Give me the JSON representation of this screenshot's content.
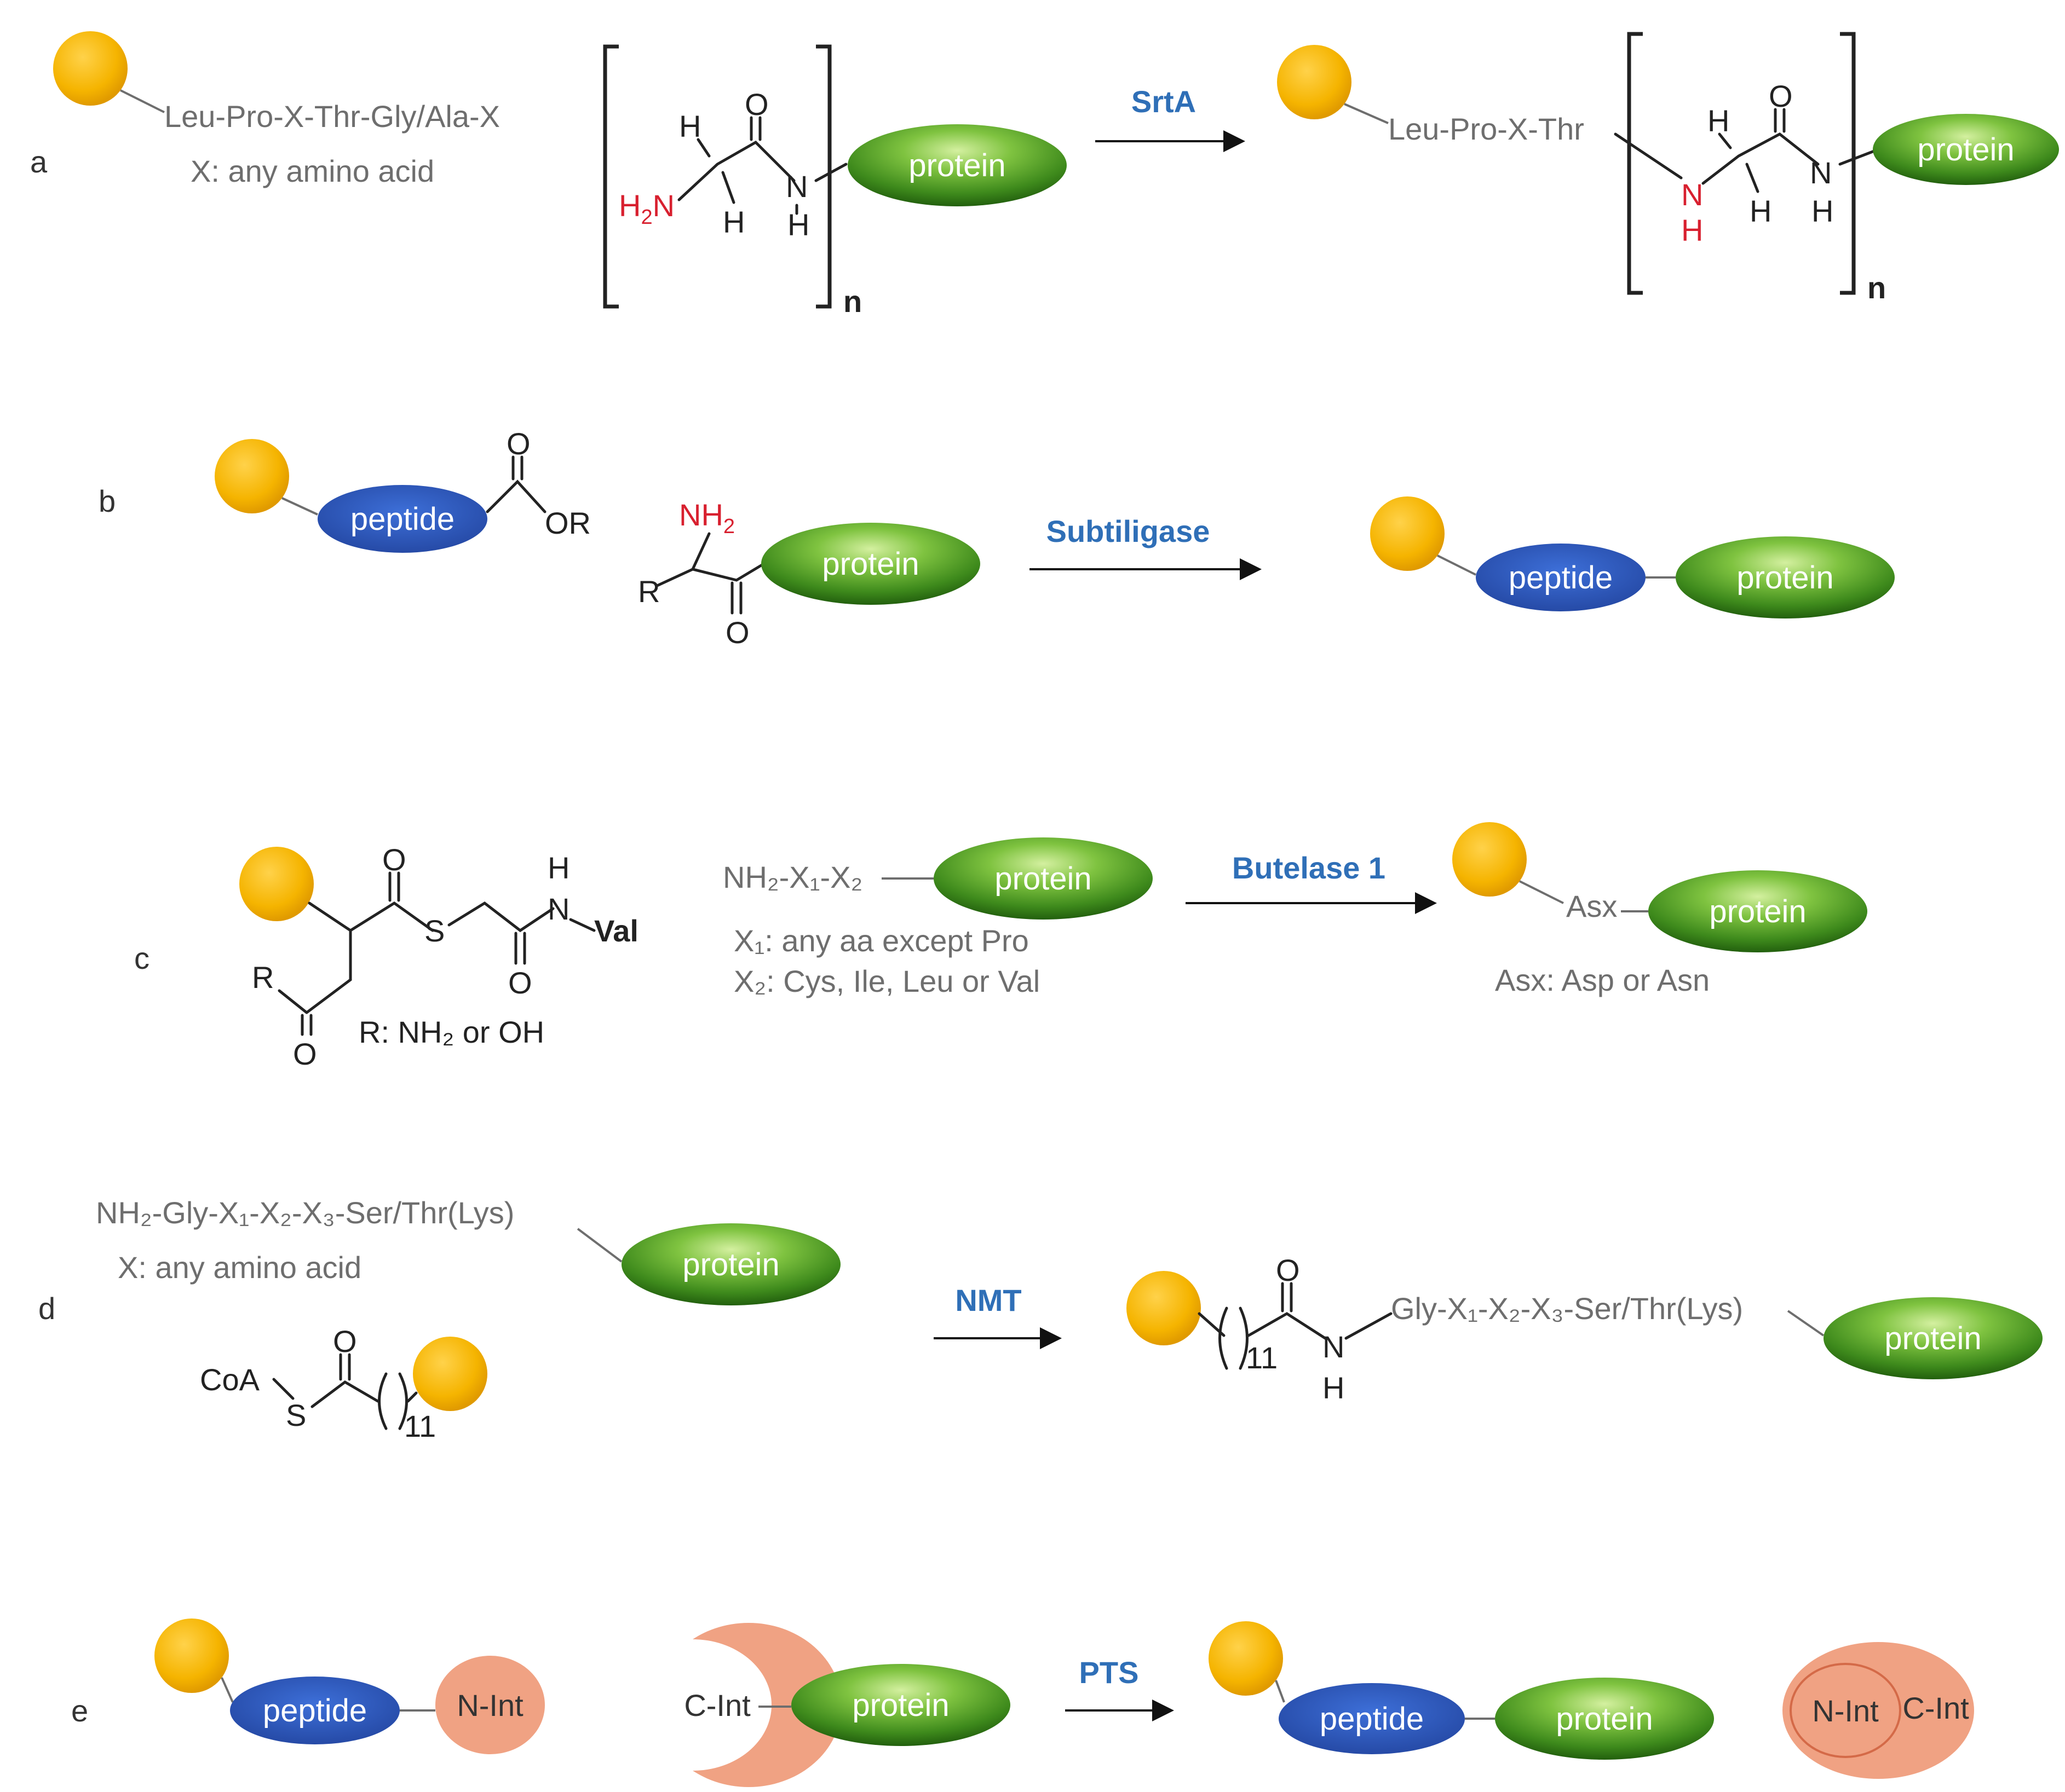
{
  "labels": {
    "protein": "protein",
    "peptide": "peptide",
    "n_int": "N-Int",
    "c_int": "C-Int",
    "n": "n"
  },
  "panels": {
    "a": {
      "label": "a",
      "enzyme": "SrtA",
      "substrate_seq": "Leu-Pro-X-Thr-Gly/Ala-X",
      "note": "X: any amino acid",
      "product_seq": "Leu-Pro-X-Thr"
    },
    "b": {
      "label": "b",
      "enzyme": "Subtiligase",
      "ester": "OR"
    },
    "c": {
      "label": "c",
      "enzyme": "Butelase 1",
      "val": "Val",
      "r_note": "R: NH₂ or OH",
      "chain": "NH₂-X₁-X₂",
      "x1_note": "X₁: any aa except Pro",
      "x2_note": "X₂: Cys, Ile, Leu or Val",
      "asx": "Asx",
      "asx_note": "Asx: Asp or Asn"
    },
    "d": {
      "label": "d",
      "enzyme": "NMT",
      "substrate_seq": "NH₂-Gly-X₁-X₂-X₃-Ser/Thr(Lys)",
      "note": "X: any amino acid",
      "coa": "CoA",
      "product_seq": "Gly-X₁-X₂-X₃-Ser/Thr(Lys)",
      "repeat": "11"
    },
    "e": {
      "label": "e",
      "enzyme": "PTS"
    }
  },
  "colors": {
    "dye": "#f5b400",
    "protein": "#4f9a25",
    "peptide": "#2f55b8",
    "intein": "#f0a283",
    "enzyme_text": "#2f6fb7",
    "amine_text": "#d8202f"
  }
}
